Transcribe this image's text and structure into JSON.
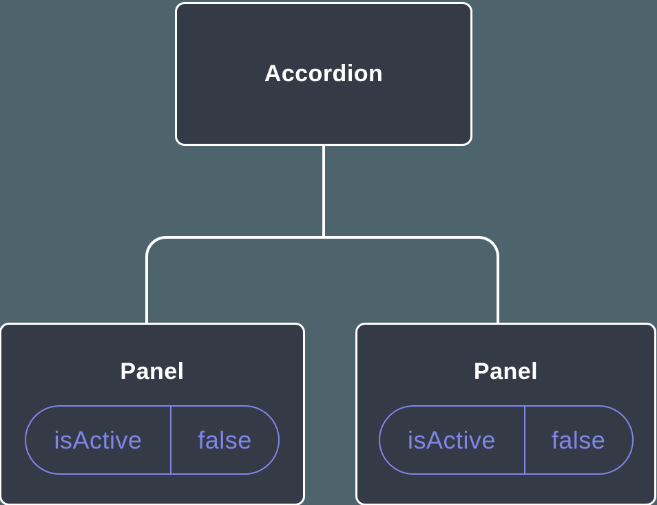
{
  "colors": {
    "canvas-bg": "#4e646c",
    "node-fill": "#343a46",
    "node-border": "#ffffff",
    "accent": "#8085e8",
    "text-primary": "#ffffff"
  },
  "tree": {
    "root": {
      "label": "Accordion"
    },
    "children": [
      {
        "label": "Panel",
        "state": {
          "key": "isActive",
          "value": "false"
        }
      },
      {
        "label": "Panel",
        "state": {
          "key": "isActive",
          "value": "false"
        }
      }
    ]
  }
}
